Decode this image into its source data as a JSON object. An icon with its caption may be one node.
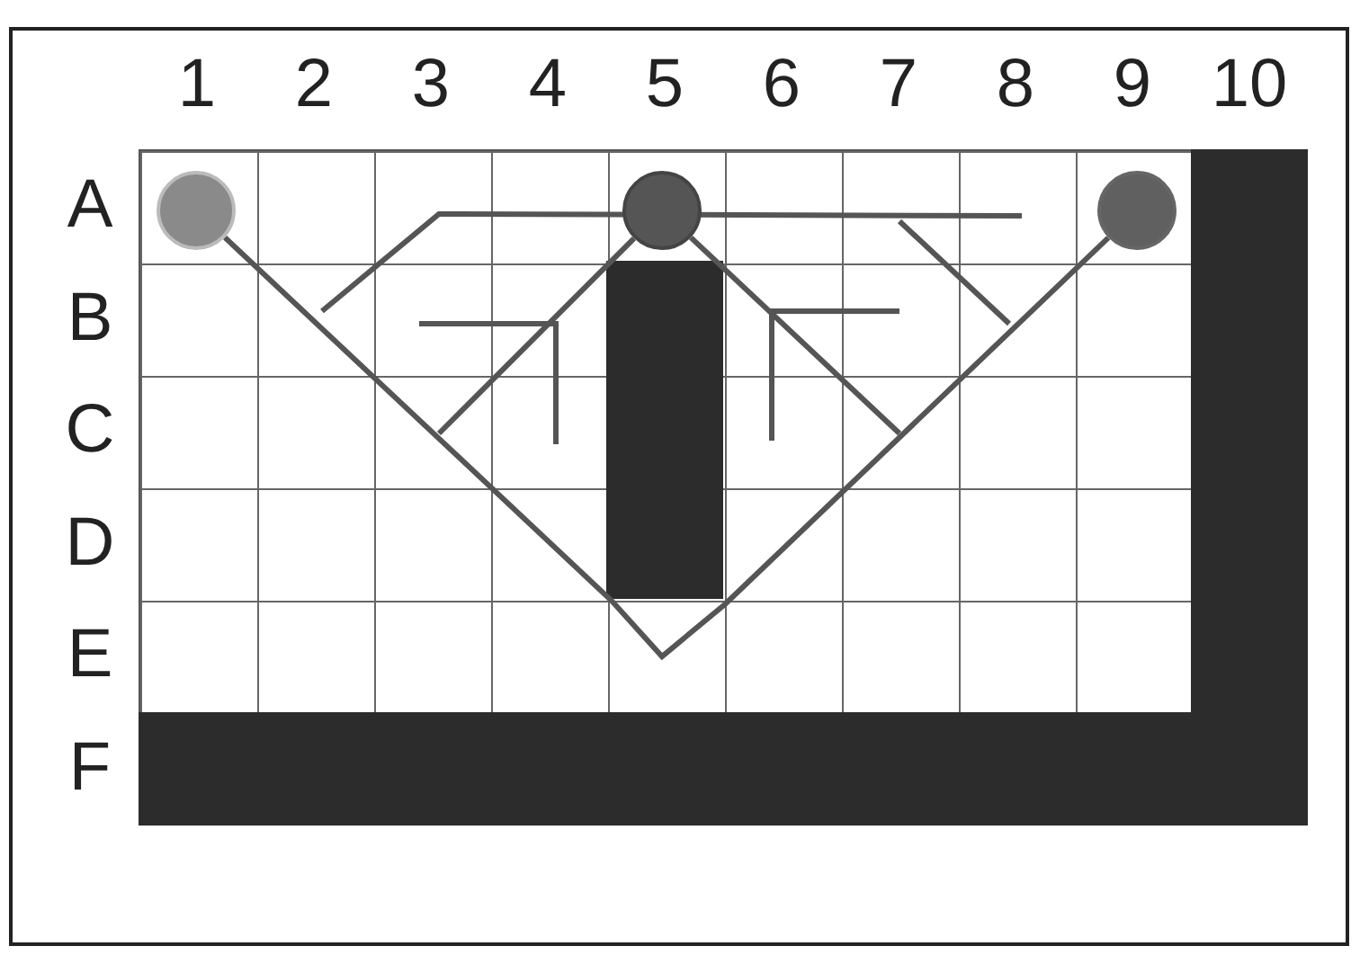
{
  "diagram": {
    "nodes": [
      {
        "text": [],
        "shape": "circle"
      },
      {
        "text": [],
        "shape": "circle"
      },
      {
        "text": [],
        "shape": "circle"
      },
      {
        "text": [],
        "shape": "bar"
      },
      {
        "text": [],
        "shape": "bar"
      },
      {
        "text": [],
        "shape": "bar"
      }
    ],
    "edges": [
      {
        "from": 0,
        "to": 2,
        "arrow": "none"
      },
      {
        "from": 1,
        "to": null,
        "arrow": "none"
      },
      {
        "from": 1,
        "to": null,
        "arrow": "none"
      }
    ],
    "labels": [
      "1",
      "2",
      "3",
      "4",
      "5",
      "6",
      "7",
      "8",
      "9",
      "10",
      "A",
      "B",
      "C",
      "D",
      "E",
      "F"
    ]
  }
}
